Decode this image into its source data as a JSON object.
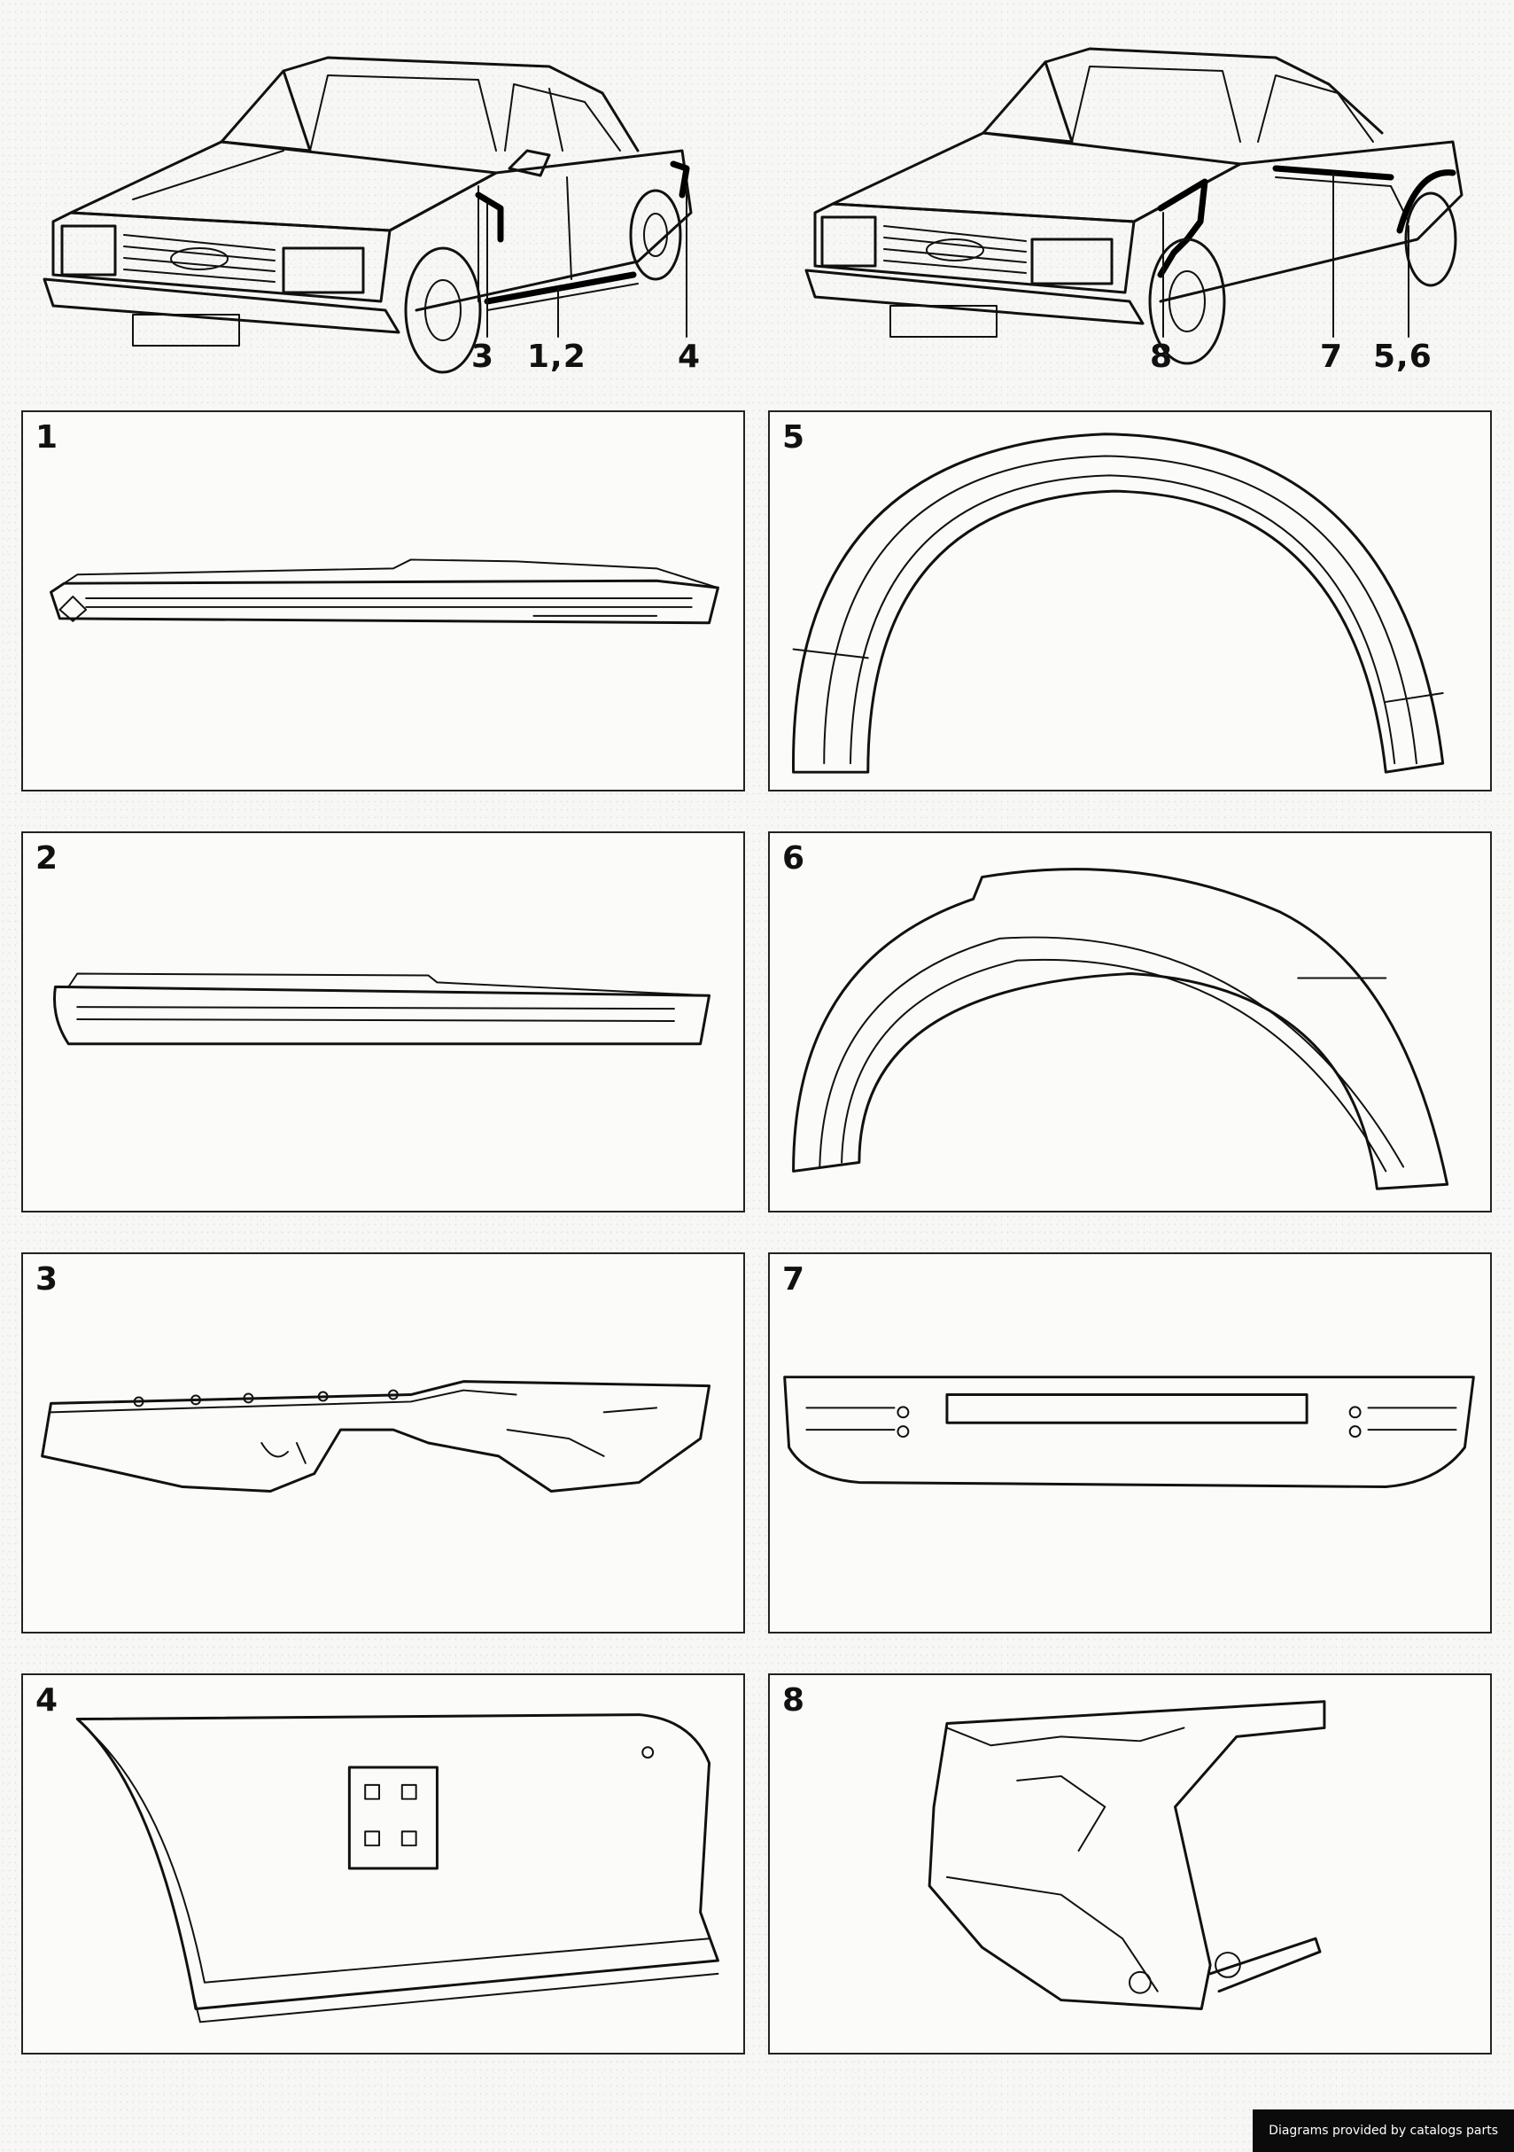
{
  "hero_left": {
    "callouts": [
      "3",
      "1,2",
      "4"
    ]
  },
  "hero_right": {
    "callouts": [
      "8",
      "7",
      "5,6"
    ]
  },
  "panels": [
    {
      "number": "1"
    },
    {
      "number": "2"
    },
    {
      "number": "3"
    },
    {
      "number": "4"
    },
    {
      "number": "5"
    },
    {
      "number": "6"
    },
    {
      "number": "7"
    },
    {
      "number": "8"
    }
  ],
  "footer": {
    "credit": "Diagrams provided by catalogs parts"
  }
}
